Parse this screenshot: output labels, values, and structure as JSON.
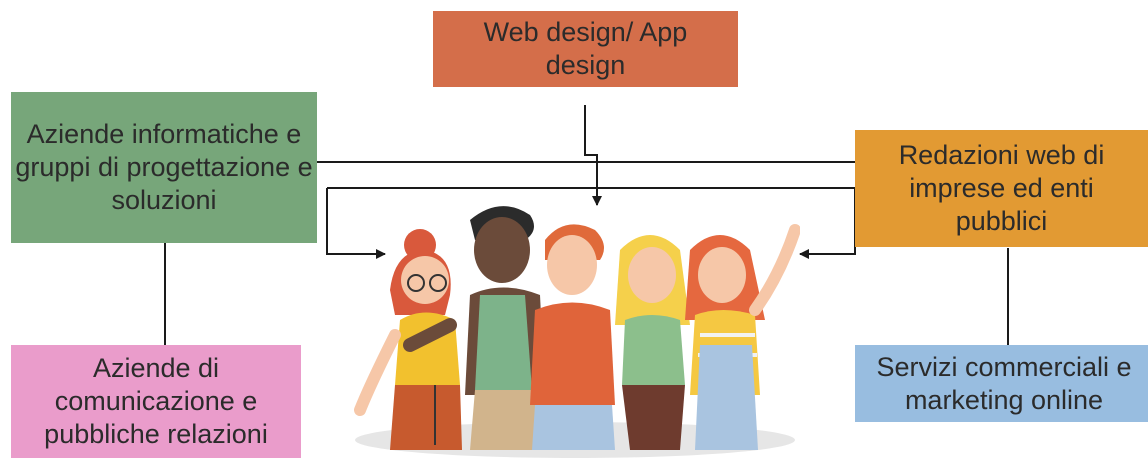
{
  "boxes": {
    "web_design": {
      "label": "Web design/ App design",
      "color": "#d46e4a"
    },
    "aziende_informatiche": {
      "label": "Aziende informatiche e gruppi di progettazione e soluzioni",
      "color": "#77a67a"
    },
    "redazioni_web": {
      "label": "Redazioni web di imprese ed enti pubblici",
      "color": "#e29a33"
    },
    "aziende_comunicazione": {
      "label": "Aziende di comunicazione e pubbliche relazioni",
      "color": "#ea9ccb"
    },
    "servizi_commerciali": {
      "label": "Servizi commerciali e marketing online",
      "color": "#98bde0"
    }
  },
  "illustration": {
    "subject": "group-of-five-young-people",
    "ground_color": "#e6e6e6"
  },
  "connector_color": "#1a1a1a"
}
